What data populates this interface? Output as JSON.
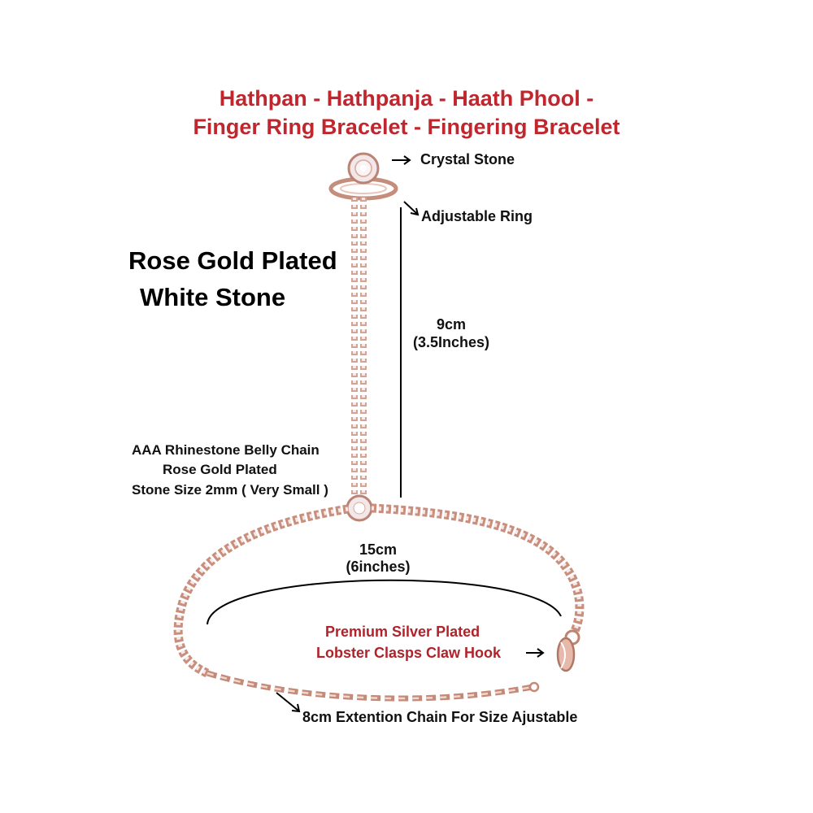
{
  "title": {
    "line1": "Hathpan - Hathpanja - Haath Phool -",
    "line2": "Finger Ring Bracelet - Fingering Bracelet"
  },
  "product": {
    "plating": "Rose Gold Plated",
    "stone": "White Stone"
  },
  "annotations": {
    "crystal_stone": "Crystal Stone",
    "adjustable_ring": "Adjustable Ring",
    "length_cm": "9cm",
    "length_in": "(3.5Inches)",
    "chain_desc_1": "AAA Rhinestone Belly Chain",
    "chain_desc_2": "Rose Gold Plated",
    "chain_desc_3": "Stone Size 2mm ( Very Small )",
    "width_cm": "15cm",
    "width_in": "(6inches)",
    "clasp_1": "Premium Silver Plated",
    "clasp_2": "Lobster Clasps Claw Hook",
    "extension": "8cm Extention Chain For Size Ajustable"
  },
  "colors": {
    "title_red": "#c0262d",
    "rose_gold": "#c98f7c",
    "stone": "#f3e3e6"
  }
}
